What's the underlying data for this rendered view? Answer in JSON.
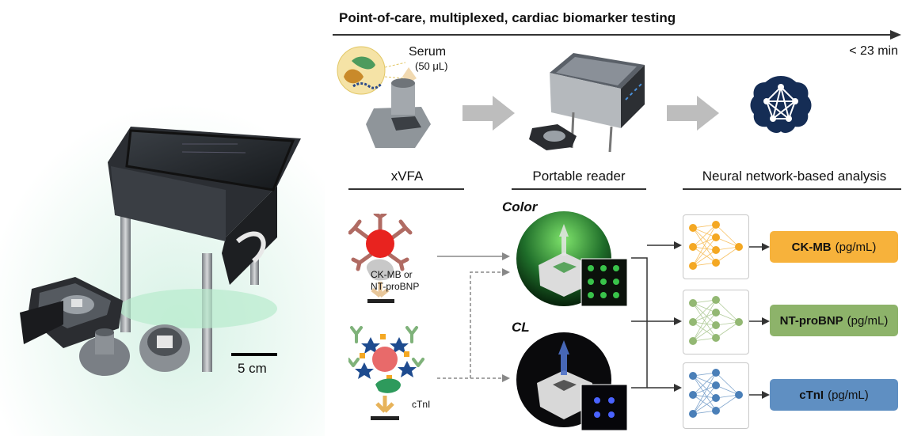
{
  "title": "Point-of-care, multiplexed, cardiac biomarker testing",
  "time_label": "< 23 min",
  "serum": {
    "label": "Serum",
    "volume": "(50 μL)"
  },
  "steps": {
    "xvfa": "xVFA",
    "reader": "Portable reader",
    "analysis": "Neural network-based analysis"
  },
  "assays": {
    "sandwich_label_line1": "CK-MB or",
    "sandwich_label_line2": "NT-proBNP",
    "ctni_label": "cTnI"
  },
  "modes": {
    "color": "Color",
    "cl": "CL"
  },
  "outputs": [
    {
      "name": "CK-MB",
      "unit": "(pg/mL)",
      "color": "#f7b23b",
      "node_color": "#f4a823"
    },
    {
      "name": "NT-proBNP",
      "unit": "(pg/mL)",
      "color": "#8db36a",
      "node_color": "#93b873"
    },
    {
      "name": "cTnI",
      "unit": "(pg/mL)",
      "color": "#5f8fc2",
      "node_color": "#4a7fb8"
    }
  ],
  "scale_bar": "5 cm",
  "colors": {
    "arrow_gray": "#bdbdbd",
    "line_dark": "#333333"
  }
}
